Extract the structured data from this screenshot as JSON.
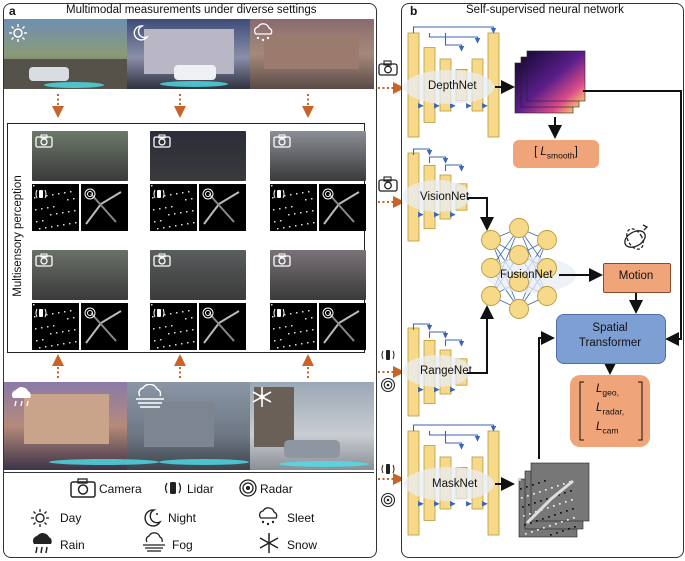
{
  "panel_a": {
    "label": "a",
    "title": "Multimodal measurements under diverse settings",
    "side_label": "Multisensory perception"
  },
  "panel_b": {
    "label": "b",
    "title": "Self-supervised neural network"
  },
  "legend": {
    "camera": "Camera",
    "lidar": "Lidar",
    "radar": "Radar",
    "day": "Day",
    "night": "Night",
    "sleet": "Sleet",
    "rain": "Rain",
    "fog": "Fog",
    "snow": "Snow"
  },
  "networks": {
    "depth": "DepthNet",
    "vision": "VisionNet",
    "fusion": "FusionNet",
    "range": "RangeNet",
    "mask": "MaskNet"
  },
  "boxes": {
    "motion": "Motion",
    "spatial_line1": "Spatial",
    "spatial_line2": "Transformer"
  },
  "losses": {
    "smooth": "L",
    "smooth_sub": "smooth",
    "geo": "L",
    "geo_sub": "geo,",
    "radar": "L",
    "radar_sub": "radar,",
    "cam": "L",
    "cam_sub": "cam"
  },
  "colors": {
    "arrow_orange": "#c8632a",
    "encoder_yellow": "#f7d98a",
    "loss_orange": "#f0a479",
    "transformer_blue": "#7e9fd3",
    "connection_blue": "#3a66b5"
  }
}
